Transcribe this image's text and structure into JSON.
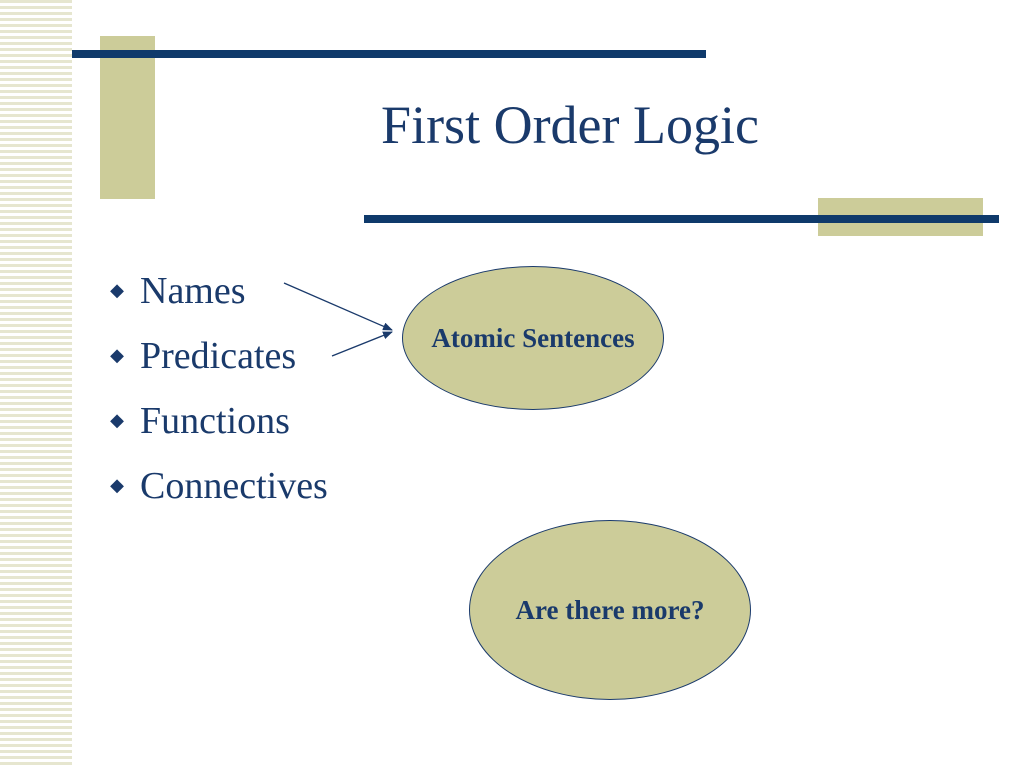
{
  "slide": {
    "title": "First Order Logic",
    "bullets": [
      {
        "label": "Names"
      },
      {
        "label": "Predicates"
      },
      {
        "label": "Functions"
      },
      {
        "label": "Connectives"
      }
    ],
    "bullet_icon": "diamond-bullet-icon",
    "shapes": {
      "atomic": {
        "label": "Atomic Sentences"
      },
      "more": {
        "label": "Are there more?"
      }
    },
    "colors": {
      "title_text": "#1a3a6b",
      "accent_bar": "#0f3a6b",
      "accent_block": "#cccc99",
      "ellipse_fill": "#cccc99",
      "stripe": "#e6e6cf"
    }
  }
}
